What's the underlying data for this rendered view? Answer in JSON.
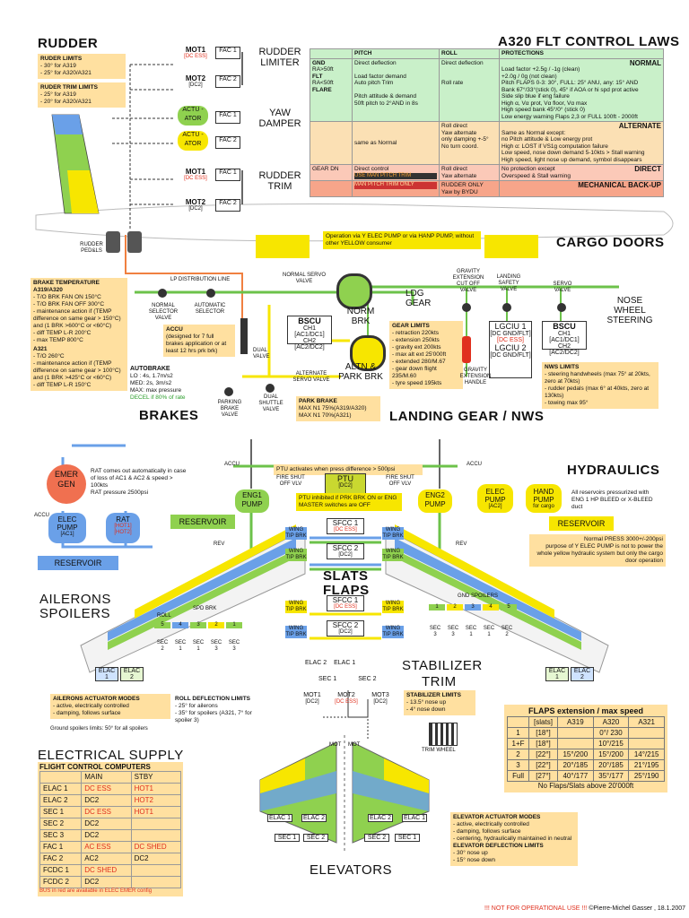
{
  "rudder": {
    "title": "RUDDER",
    "limits_note": [
      "RUDER LIMITS",
      "- 30° for A319",
      "- 25° for A320/A321"
    ],
    "trim_note": [
      "RUDER TRIM LIMITS",
      "- 25° for A319",
      "- 20° for A320/A321"
    ],
    "mot1": "MOT1",
    "mot1_bus": "[DC ESS]",
    "mot2": "MOT2",
    "mot2_bus": "[DC2]",
    "fac1": "FAC 1",
    "fac2": "FAC 2",
    "limiter": "RUDDER LIMITER",
    "yaw_damper": "YAW DAMPER",
    "trim": "RUDDER TRIM",
    "actuator": "ACTU -ATOR",
    "pedals": "RUDDER PED&LS"
  },
  "flt_laws": {
    "title": "A320 FLT CONTROL LAWS",
    "col_pitch": "PITCH",
    "col_roll": "ROLL",
    "col_prot": "PROTECTIONS",
    "gnd": "GND",
    "ra50_1": "RA>50ft",
    "flt": "FLT",
    "ra50_2": "RA<50ft",
    "flare": "FLARE",
    "normal_pitch": [
      "Direct deflection",
      "Load factor demand",
      "Auto pitch Trim",
      "Pitch attitude & demand",
      "50ft pitch to 2°AND in 8s"
    ],
    "normal_roll": [
      "Direct deflection",
      "Roll rate"
    ],
    "normal_prot": [
      "Load factor +2.5g / -1g (clean)",
      "+2.0g / 0g (not clean)",
      "Pitch FLAPS 0-3: 30°, FULL: 25° ANU, any: 15° AND",
      "Bank 67°/33°(stick 0), 45° if AOA or hi spd prot active",
      "Side slip blue if eng failure",
      "High α, Vα prot, Vα floor, Vα max",
      "High speed bank 45°/0° (stick 0)",
      "Low energy warning Flaps 2,3 or FULL 100ft - 2000ft"
    ],
    "normal_label": "NORMAL",
    "alt_label": "ALTERNATE",
    "alt_pitch": "same as Normal",
    "alt_roll": [
      "Roll direct",
      "Yaw alternate",
      "only damping +-5°",
      "No turn coord."
    ],
    "alt_prot": [
      "Same as Normal except:",
      "no Pitch attitude & Low energy prot",
      "High α: LOST if VS1g computation failure",
      "Low speed, nose down demand 5-10kts > Stall warning",
      "High speed, light nose up demand, symbol disappears"
    ],
    "gear_dn": "GEAR DN",
    "direct_label": "DIRECT",
    "direct_pitch": "Direct control",
    "direct_pitch_btn": "USE MAN PITCH TRIM",
    "direct_roll": [
      "Roll direct",
      "Yaw alternate"
    ],
    "direct_prot": [
      "No protection except",
      "Overspeed & Stall warning"
    ],
    "mech_label": "MECHANICAL BACK-UP",
    "mech_pitch_btn": "MAN PITCH TRIM ONLY",
    "mech_roll": [
      "RUDDER ONLY",
      "Yaw by BYDU"
    ]
  },
  "cargo": {
    "title": "CARGO DOORS",
    "note": "Operation via Y ELEC PUMP or via HANP PUMP, without other YELLOW consumer"
  },
  "brakes": {
    "title": "BRAKES",
    "temp_note": [
      "BRAKE TEMPERATURE",
      "A319/A320",
      "- T/O BRK FAN ON 150°C",
      "- T/O BRK FAN OFF 300°C",
      "- maintenance action if (TEMP difference on same gear > 150°C) and (1 BRK >600°C or <60°C)",
      "- diff TEMP L-R 200°C",
      "- max TEMP 800°C",
      "A321",
      "- T/O 260°C",
      "- maintenance action if (TEMP difference on same gear > 100°C) and (1 BRK >425°C or <60°C)",
      "- diff TEMP L-R 150°C"
    ],
    "lp_line": "LP DISTRIBUTION LINE",
    "normal_selector": "NORMAL SELECTOR VALVE",
    "auto_selector": "AUTOMATIC SELECTOR",
    "accu_note": [
      "ACCU",
      "(designed for 7 full brakes application or at least 12 hrs prk brk)"
    ],
    "autobrake": [
      "AUTOBRAKE",
      "LO : 4s, 1.7m/s2",
      "MED: 2s, 3m/s2",
      "MAX: max pressure",
      "DECEL if 80% of rate"
    ],
    "dual_valve": "DUAL VALVE",
    "parking": "PARKING BRAKE VALVE",
    "dual_shuttle": "DUAL SHUTTLE VALVE",
    "normal_servo": "NORMAL SERVO VALVE",
    "alt_servo": "ALTERNATE SERVO VALVE",
    "bscu": "BSCU",
    "bscu_ch": [
      "CH1 [AC1/DC1]",
      "CH2 [AC2/DC2]"
    ],
    "norm_brk": "NORM BRK",
    "altn_park": "ALTN & PARK BRK",
    "park_note": [
      "PARK BRAKE",
      "MAX N1 75%(A319/A320)",
      "MAX N1 70%(A321)"
    ]
  },
  "landing_gear": {
    "title": "LANDING GEAR / NWS",
    "ldg_gear": "LDG GEAR",
    "gravity_cutoff": "GRAVITY EXTENSION CUT OFF VALVE",
    "landing_safety": "LANDING SAFETY VALVE",
    "servo": "SERVO VALVE",
    "nose_wheel": "NOSE WHEEL STEERING",
    "gear_note": [
      "GEAR LIMITS",
      "- retraction 220kts",
      "- extension 250kts",
      "- gravity ext 200kts",
      "- max alt ext 25'000ft",
      "- extended 280/M.67",
      "- gear down flight 235/M.60",
      "- tyre speed 195kts"
    ],
    "lgciu1": "LGCIU 1",
    "lgciu1_bus": "[DC GND/FLT]",
    "lgciu1_bus2": "[DC ESS]",
    "lgciu2": "LGCIU 2",
    "lgciu2_bus": "[DC GND/FLT]",
    "gravity_handle": "GRAVITY EXTENSION HANDLE",
    "bscu": "BSCU",
    "bscu_ch": [
      "CH1 [AC1/DC1]",
      "CH2 [AC2/DC2]"
    ],
    "nws_note": [
      "NWS LIMITS",
      "- steering handwheels (max 75° at 20kts, zero at 70kts)",
      "- rudder pedals (max 6° at 40kts, zero at 130kts)",
      "- towing max 95°"
    ]
  },
  "hydraulics": {
    "title": "HYDRAULICS",
    "emer_gen": "EMER GEN",
    "rat_note": [
      "RAT comes out automatically in case of loss of AC1 & AC2 & speed > 100kts",
      "RAT pressure 2500psi"
    ],
    "elec_pump_blue": "ELEC PUMP",
    "elec_pump_blue_bus": "[AC1]",
    "rat": "RAT",
    "rat_bus1": "[HOT1]",
    "rat_bus2": "[HOT2]",
    "reservoir": "RESERVOIR",
    "accu": "ACCU",
    "ptu_note": "PTU activates when press difference > 500psi",
    "ptu": "PTU",
    "ptu_bus": "[DC2]",
    "ptu_inhibit": "PTU inhibited if PRK BRK ON or ENG MASTER switches are OFF",
    "eng1": "ENG1 PUMP",
    "eng2": "ENG2 PUMP",
    "fire_shut": "FIRE SHUT OFF VLV",
    "elec_pump_y": "ELEC PUMP",
    "elec_pump_y_bus": "[AC2]",
    "hand_pump": "HAND PUMP",
    "hand_pump_sub": "for cargo",
    "res_note": "All reservoirs pressurized with ENG 1 HP BLEED or X-BLEED duct",
    "press_note": [
      "Normal PRESS 3000+/-200psi",
      "purpose of Y ELEC PUMP is not to power the whole yellow hydraulic system but only the cargo door operation"
    ],
    "rev": "REV"
  },
  "slats": {
    "title1": "SLATS",
    "title2": "FLAPS",
    "sfcc1": "SFCC 1",
    "sfcc1_bus": "[DC ESS]",
    "sfcc2": "SFCC 2",
    "sfcc2_bus": "[DC2]",
    "wtb": "WING TIP BRK"
  },
  "ailerons": {
    "title1": "AILERONS",
    "title2": "SPOILERS",
    "roll": "ROLL",
    "spd_brk": "SPD BRK",
    "gnd_spoilers": "GND SPOILERS",
    "spoilers_left": [
      "5",
      "4",
      "3",
      "2",
      "1"
    ],
    "spoilers_right": [
      "1",
      "2",
      "3",
      "4",
      "5"
    ],
    "sec_left": [
      "SEC 2",
      "SEC 1",
      "SEC 1",
      "SEC 3",
      "SEC 3"
    ],
    "sec_right": [
      "SEC 3",
      "SEC 3",
      "SEC 1",
      "SEC 1",
      "SEC 2"
    ],
    "elac1": "ELAC 1",
    "elac2": "ELAC 2",
    "modes_note": [
      "AILERONS ACTUATOR MODES",
      "- active, electrically controlled",
      "- damping, follows surface"
    ],
    "roll_note": [
      "ROLL DEFLECTION LIMITS",
      "- 25° for ailerons",
      "- 35° for spoilers (A321, 7° for spoiler 3)"
    ],
    "gnd_note": "Ground spoilers limits: 50° for all spoilers"
  },
  "stabilizer": {
    "title1": "STABILIZER",
    "title2": "TRIM",
    "elac2": "ELAC 2",
    "elac1": "ELAC 1",
    "sec1": "SEC 1",
    "sec2": "SEC 2",
    "mot1": "MOT1",
    "mot1_bus": "[DC2]",
    "mot2": "MOT2",
    "mot2_bus": "[DC ESS]",
    "mot3": "MOT3",
    "mot3_bus": "[DC2]",
    "limits_note": [
      "STABILIZER LIMITS",
      "- 13.5° nose up",
      "- 4° nose down"
    ],
    "trim_wheel": "TRIM WHEEL",
    "mot": "MOT"
  },
  "flaps": {
    "title": "FLAPS extension / max speed",
    "headers": [
      "[slats]",
      "A319",
      "A320",
      "A321"
    ],
    "rows": [
      {
        "pos": "1",
        "slats": "[18°]",
        "a319": "",
        "a320": "0°/ 230",
        "a321": ""
      },
      {
        "pos": "1+F",
        "slats": "[18°]",
        "a319": "",
        "a320": "10°/215",
        "a321": ""
      },
      {
        "pos": "2",
        "slats": "[22°]",
        "a319": "15°/200",
        "a320": "15°/200",
        "a321": "14°/215"
      },
      {
        "pos": "3",
        "slats": "[22°]",
        "a319": "20°/185",
        "a320": "20°/185",
        "a321": "21°/195"
      },
      {
        "pos": "Full",
        "slats": "[27°]",
        "a319": "40°/177",
        "a320": "35°/177",
        "a321": "25°/190"
      }
    ],
    "footer": "No Flaps/Slats above 20'000ft"
  },
  "electrical": {
    "title": "ELECTRICAL SUPPLY",
    "subtitle": "FLIGHT CONTROL COMPUTERS",
    "headers": [
      "",
      "MAIN",
      "STBY"
    ],
    "rows": [
      {
        "name": "ELAC 1",
        "main": "DC ESS",
        "stby": "HOT1",
        "main_red": true,
        "stby_red": true
      },
      {
        "name": "ELAC 2",
        "main": "DC2",
        "stby": "HOT2",
        "main_red": false,
        "stby_red": true
      },
      {
        "name": "SEC 1",
        "main": "DC ESS",
        "stby": "HOT1",
        "main_red": true,
        "stby_red": true
      },
      {
        "name": "SEC 2",
        "main": "DC2",
        "stby": "",
        "main_red": false,
        "stby_red": false
      },
      {
        "name": "SEC 3",
        "main": "DC2",
        "stby": "",
        "main_red": false,
        "stby_red": false
      },
      {
        "name": "FAC 1",
        "main": "AC ESS",
        "stby": "DC SHED",
        "main_red": true,
        "stby_red": true
      },
      {
        "name": "FAC 2",
        "main": "AC2",
        "stby": "DC2",
        "main_red": false,
        "stby_red": false
      },
      {
        "name": "FCDC 1",
        "main": "DC SHED",
        "stby": "",
        "main_red": true,
        "stby_red": false
      },
      {
        "name": "FCDC 2",
        "main": "DC2",
        "stby": "",
        "main_red": false,
        "stby_red": false
      }
    ],
    "footnote": "BUS in red are available in ELEC EMER config"
  },
  "elevators": {
    "title": "ELEVATORS",
    "elac1": "ELAC 1",
    "elac2": "ELAC 2",
    "sec1": "SEC 1",
    "sec2": "SEC 2",
    "modes_note": [
      "ELEVATOR ACTUATOR MODES",
      "- active, electrically controlled",
      "- damping, follows surface",
      "- centering, hydraulically maintained in neutral",
      "ELEVATOR DEFLECTION LIMITS",
      "- 30° nose up",
      "- 15° nose down"
    ]
  },
  "footer": {
    "disclaimer": "!!! NOT FOR OPERATIONAL USE !!!",
    "copyright": "©Pierre-Michel Gasser , 18.1.2007"
  }
}
